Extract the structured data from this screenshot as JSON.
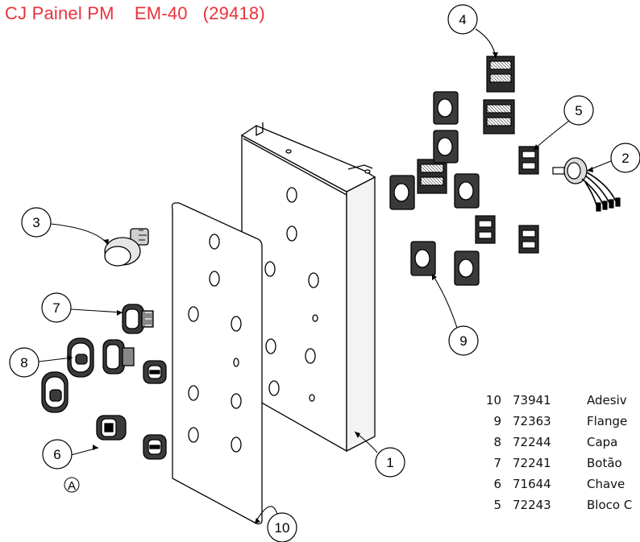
{
  "title": "CJ Painel PM    EM-40   (29418)",
  "balloons": [
    {
      "id": "b1",
      "label": "1"
    },
    {
      "id": "b2",
      "label": "2"
    },
    {
      "id": "b3",
      "label": "3"
    },
    {
      "id": "b4",
      "label": "4"
    },
    {
      "id": "b5",
      "label": "5"
    },
    {
      "id": "b6",
      "label": "6"
    },
    {
      "id": "b7",
      "label": "7"
    },
    {
      "id": "b8",
      "label": "8"
    },
    {
      "id": "b9",
      "label": "9"
    },
    {
      "id": "b10",
      "label": "10"
    }
  ],
  "view_label": "A",
  "bom": [
    {
      "item": "10",
      "code": "73941",
      "desc": "Adesiv"
    },
    {
      "item": "9",
      "code": "72363",
      "desc": "Flange"
    },
    {
      "item": "8",
      "code": "72244",
      "desc": "Capa"
    },
    {
      "item": "7",
      "code": "72241",
      "desc": "Botão"
    },
    {
      "item": "6",
      "code": "71644",
      "desc": "Chave"
    },
    {
      "item": "5",
      "code": "72243",
      "desc": "Bloco C"
    }
  ],
  "colors": {
    "title": "#e8323a",
    "line": "#000000"
  }
}
